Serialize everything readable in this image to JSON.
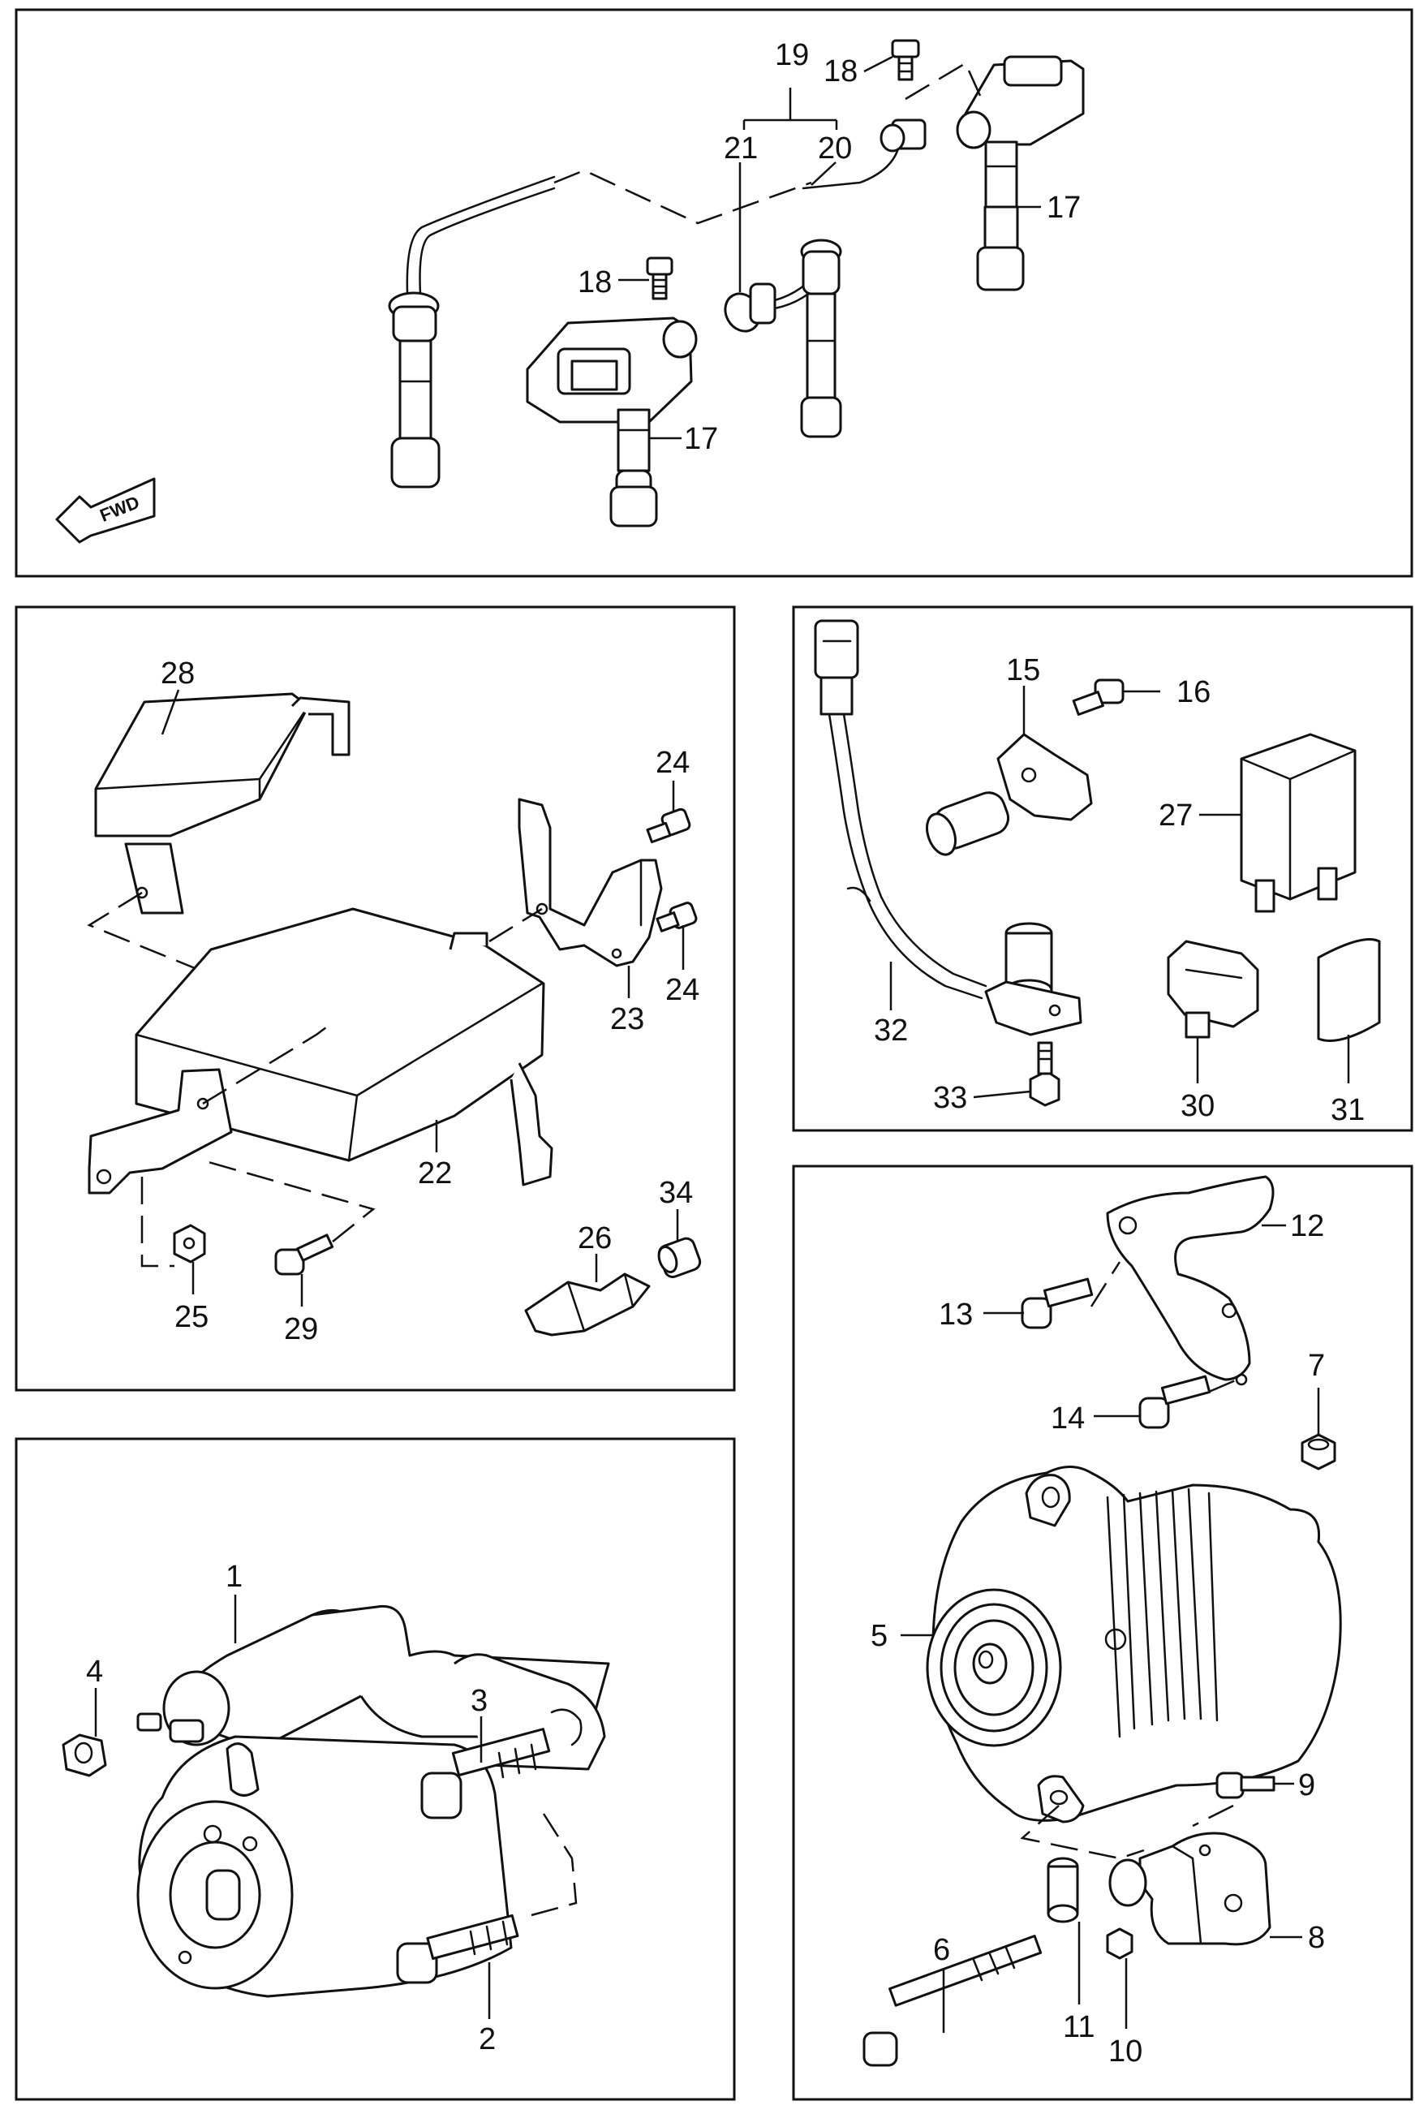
{
  "diagram": {
    "fwd_label": "FWD",
    "panels": [
      {
        "id": "ignition",
        "callouts": [
          "19",
          "18",
          "21",
          "20",
          "17",
          "18",
          "17"
        ]
      },
      {
        "id": "ecu",
        "callouts": [
          "28",
          "24",
          "24",
          "23",
          "22",
          "34",
          "26",
          "25",
          "29"
        ]
      },
      {
        "id": "sensor",
        "callouts": [
          "15",
          "16",
          "27",
          "32",
          "33",
          "30",
          "31"
        ]
      },
      {
        "id": "alternator",
        "callouts": [
          "12",
          "13",
          "7",
          "14",
          "5",
          "9",
          "8",
          "6",
          "11",
          "10"
        ]
      },
      {
        "id": "starter",
        "callouts": [
          "1",
          "4",
          "3",
          "2"
        ]
      }
    ]
  }
}
